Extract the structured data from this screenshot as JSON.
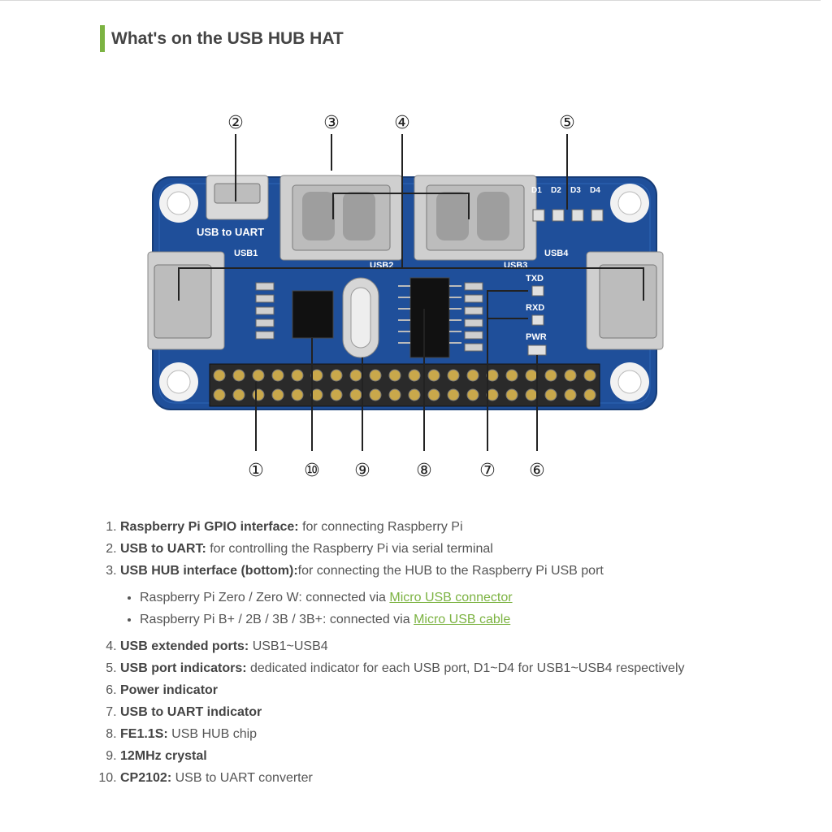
{
  "page": {
    "heading": "What's on the USB HUB HAT"
  },
  "board": {
    "usb_to_uart": "USB to UART",
    "usb1": "USB1",
    "usb2": "USB2",
    "usb3": "USB3",
    "usb4": "USB4",
    "d1": "D1",
    "d2": "D2",
    "d3": "D3",
    "d4": "D4",
    "txd": "TXD",
    "rxd": "RXD",
    "pwr": "PWR",
    "callouts": [
      "①",
      "②",
      "③",
      "④",
      "⑤",
      "⑥",
      "⑦",
      "⑧",
      "⑨",
      "⑩"
    ]
  },
  "features": [
    {
      "bold": "Raspberry Pi GPIO interface:",
      "text": " for connecting Raspberry Pi"
    },
    {
      "bold": "USB to UART:",
      "text": " for controlling the Raspberry Pi via serial terminal"
    },
    {
      "bold": "USB HUB interface (bottom):",
      "text": "for connecting the HUB to the Raspberry Pi USB port"
    },
    {
      "bold": "USB extended ports:",
      "text": " USB1~USB4"
    },
    {
      "bold": "USB port indicators:",
      "text": " dedicated indicator for each USB port, D1~D4 for USB1~USB4 respectively"
    },
    {
      "bold": "Power indicator",
      "text": ""
    },
    {
      "bold": "USB to UART indicator",
      "text": ""
    },
    {
      "bold": "FE1.1S:",
      "text": " USB HUB chip"
    },
    {
      "bold": "12MHz crystal",
      "text": ""
    },
    {
      "bold": "CP2102:",
      "text": " USB to UART converter"
    }
  ],
  "sub_items": [
    {
      "text": "Raspberry Pi Zero / Zero W: connected via ",
      "link": "Micro USB connector"
    },
    {
      "text": "Raspberry Pi B+ / 2B / 3B / 3B+: connected via ",
      "link": "Micro USB cable"
    }
  ],
  "colors": {
    "accent": "#7cb342",
    "pcb": "#1f4f9a",
    "pcb_dark": "#17407f",
    "link": "#7cb342"
  }
}
